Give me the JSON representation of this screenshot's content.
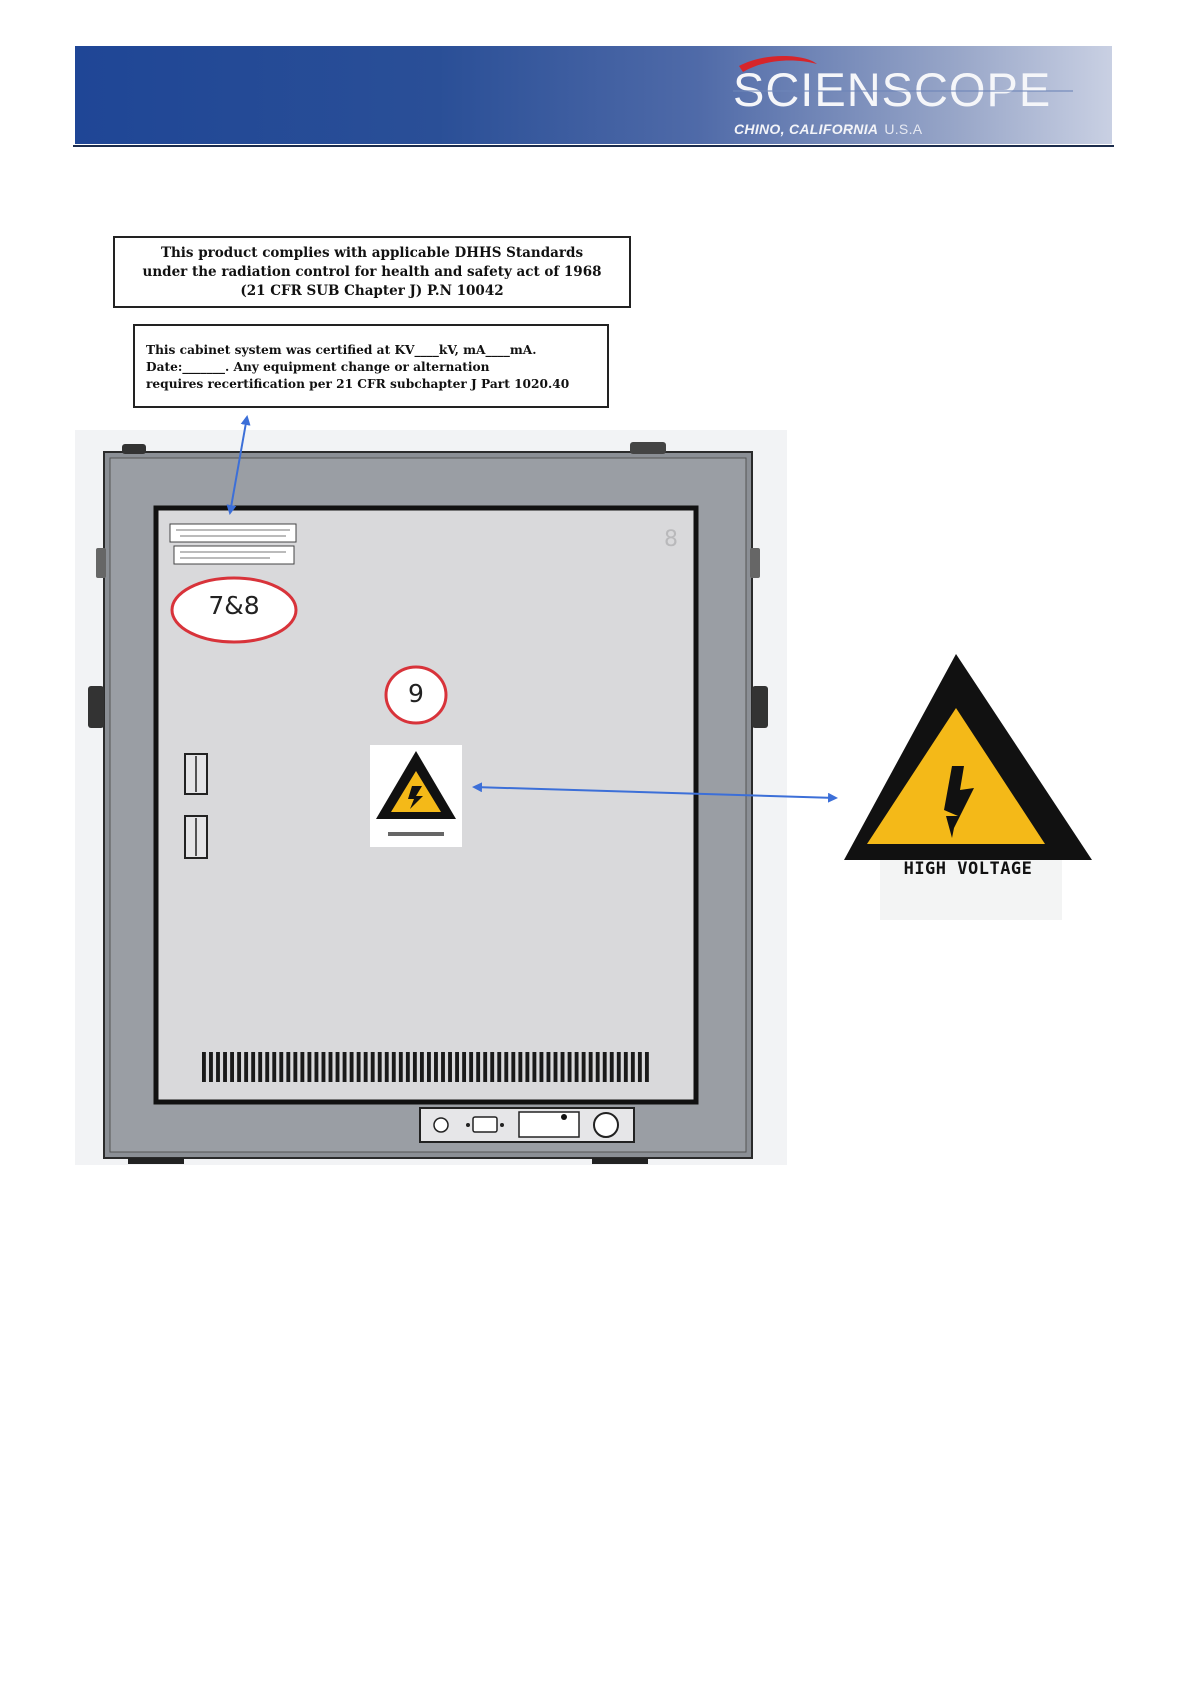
{
  "header": {
    "brand": "SCIENSCOPE",
    "location_city": "CHINO, CALIFORNIA",
    "location_country": "U.S.A",
    "colors": {
      "banner_left": "#1f4696",
      "banner_right": "#c9d0e3",
      "logo_swoosh": "#d6252b"
    }
  },
  "labels": {
    "compliance": {
      "line1": "This product complies with applicable DHHS Standards",
      "line2": "under the radiation control for health and safety act of 1968",
      "line3": "(21 CFR SUB Chapter J) P.N 10042"
    },
    "certification": {
      "line1": "This cabinet system was certified at KV____kV, mA____mA.",
      "line2": "Date:_______. Any equipment change or alternation",
      "line3": "requires recertification per 21 CFR subchapter J Part 1020.40"
    }
  },
  "callouts": {
    "badge_a": "7&8",
    "badge_b": "9"
  },
  "warning_sign": {
    "caption": "HIGH VOLTAGE",
    "icon": "high-voltage-icon",
    "colors": {
      "triangle": "#111111",
      "fill": "#f4b918",
      "badge_outline": "#d8333a",
      "arrow": "#3c6fd8"
    }
  }
}
